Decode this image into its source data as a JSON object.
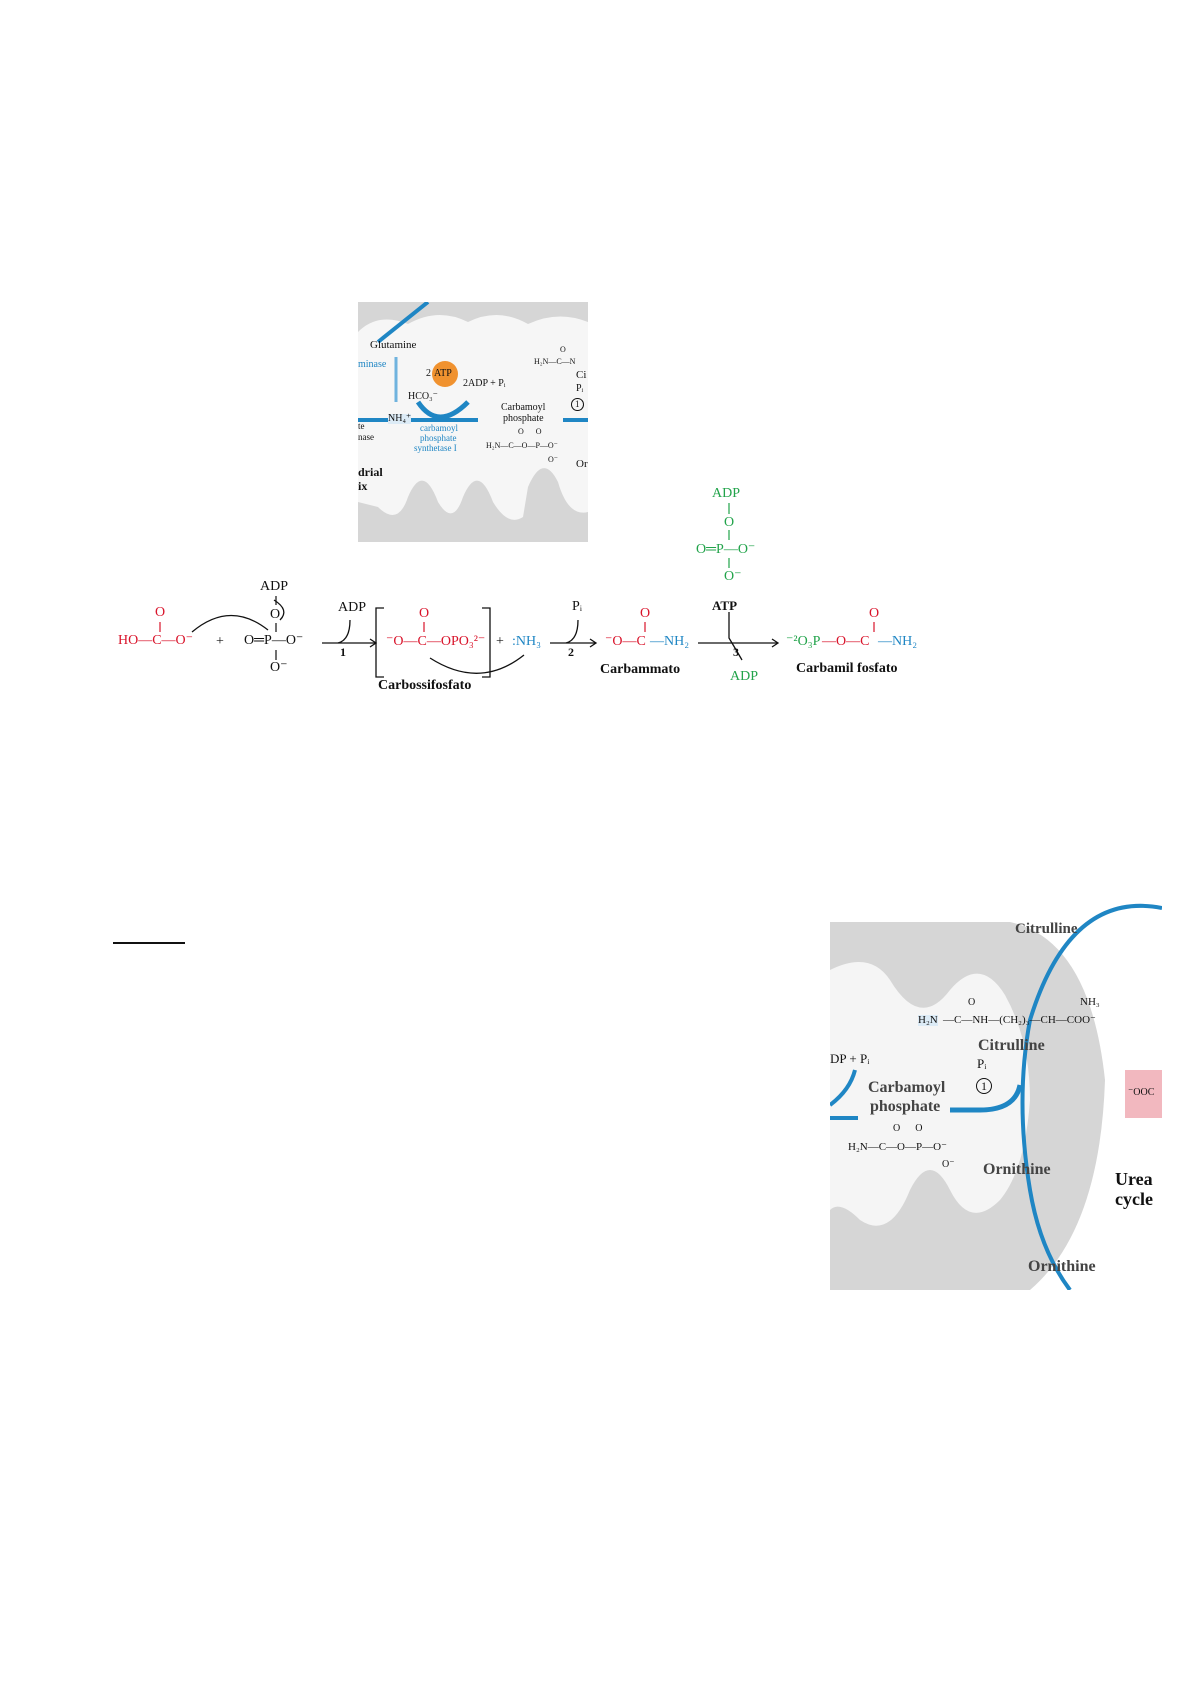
{
  "top_figure": {
    "glutamine": "Glutamine",
    "glutaminase_fragment": "minase",
    "atp_count": "2",
    "atp": "ATP",
    "adp_pi": "2ADP + Pᵢ",
    "bicarbonate": "HCO₃⁻",
    "ammonium": "NH₄⁺",
    "enzyme_lines": [
      "carbamoyl",
      "phosphate",
      "synthetase I"
    ],
    "product_lines": [
      "Carbamoyl",
      "phosphate"
    ],
    "structure": "H₂N—C—O—P—O⁻",
    "structure_o_top": "O      O",
    "structure_o_bottom": "O⁻",
    "right_structure": "H₂N—C—N",
    "right_o": "O",
    "right_ci": "Ci",
    "right_pi": "Pᵢ",
    "step": "1",
    "left_fragments": [
      "te",
      "nase"
    ],
    "matrix_fragments": [
      "drial",
      "ix"
    ],
    "or_fragment": "Or"
  },
  "reaction": {
    "bicarbonate": "HO—C—O⁻",
    "bicarbonate_o": "O",
    "plus1": "+",
    "atp_adp": "ADP",
    "atp_o": "O",
    "atp_core": "O═P—O⁻",
    "atp_o_bottom": "O⁻",
    "step1_label": "1",
    "step1_product": "ADP",
    "intermediate": "⁻O—C—OPO₃²⁻",
    "intermediate_o": "O",
    "intermediate_name": "Carbossifosfato",
    "plus2": "+",
    "ammonia": ":NH₃",
    "step2_label": "2",
    "step2_product": "Pᵢ",
    "carbamate_left": "⁻O—C",
    "carbamate_right": "—NH₂",
    "carbamate_o": "O",
    "carbamate_name": "Carbammato",
    "atp_green_adp": "ADP",
    "atp_green_o": "O",
    "atp_green_core": "O═P—O⁻",
    "atp_green_o_bottom": "O⁻",
    "step3_atp": "ATP",
    "step3_label": "3",
    "step3_product": "ADP",
    "product_phosphate": "⁻²O₃P",
    "product_middle": "—O—C",
    "product_amine": "—NH₂",
    "product_o": "O",
    "product_name": "Carbamil fosfato"
  },
  "bottom_figure": {
    "citrulline_top": "Citrulline",
    "nh3": "NH₃",
    "o": "O",
    "h2n": "H₂N",
    "chain": "—C—NH—(CH₂)₃—CH—COO⁻",
    "citrulline_mid": "Citrulline",
    "adp_pi": "DP + Pᵢ",
    "pi": "Pᵢ",
    "step": "1",
    "carbamoyl_lines": [
      "Carbamoyl",
      "phosphate"
    ],
    "phosphate_struct": "H₂N—C—O—P—O⁻",
    "phosphate_o_top": "O      O",
    "phosphate_o_bottom": "O⁻",
    "ornithine_mid": "Ornithine",
    "ornithine_bottom": "Ornithine",
    "urea_lines": [
      "Urea",
      "cycle"
    ],
    "ooc": "⁻OOC"
  },
  "colors": {
    "blue": "#1f86c4",
    "red": "#d9142b",
    "green": "#21a34a",
    "membrane": "#d9d9d9",
    "atp": "#f0922f"
  }
}
